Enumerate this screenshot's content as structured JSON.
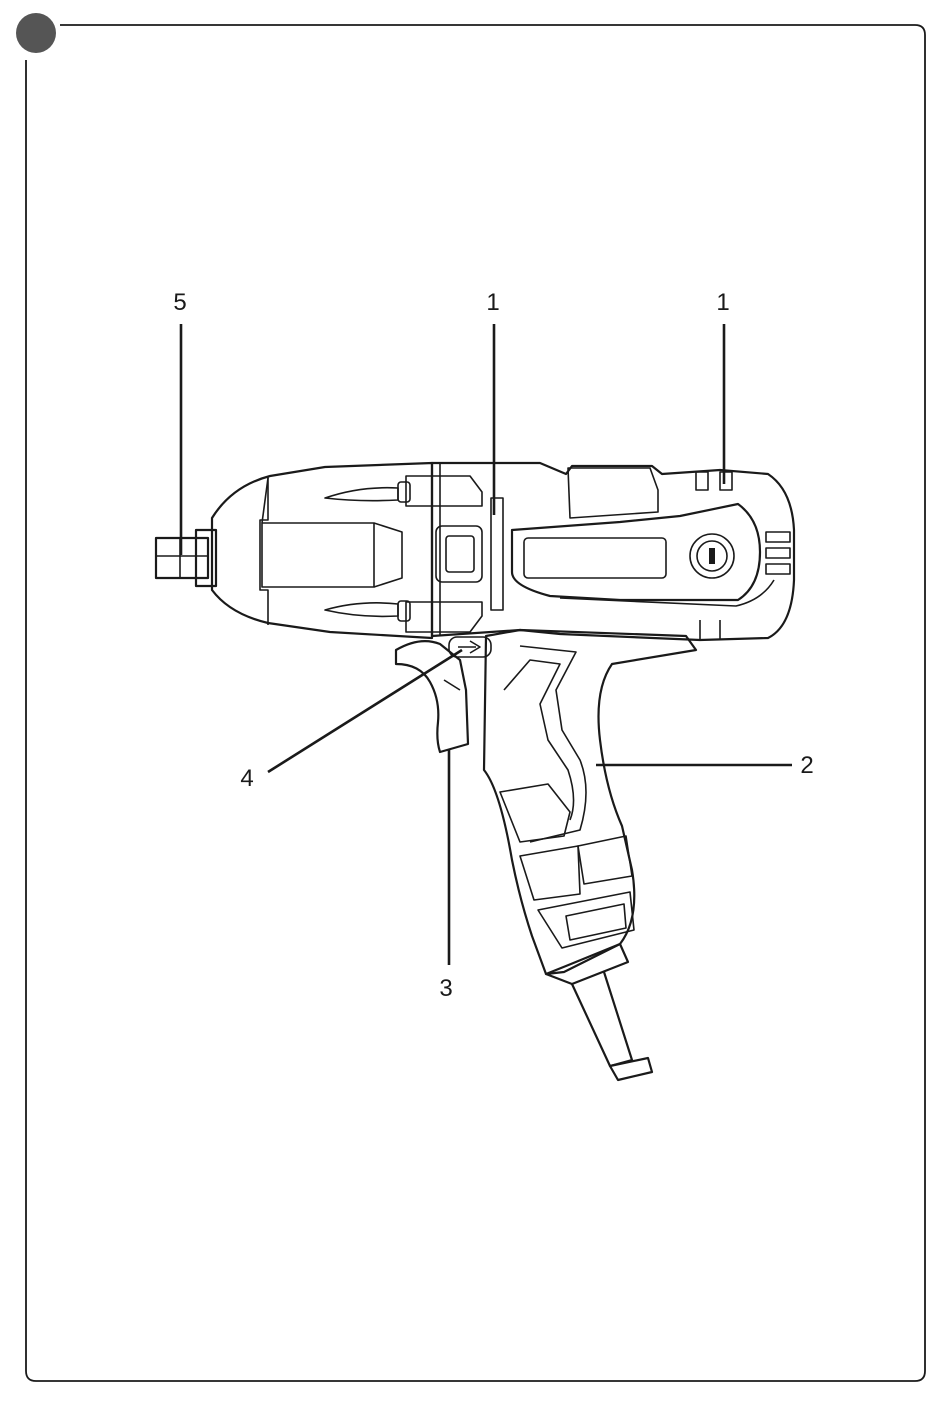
{
  "colors": {
    "ink": "#1a1a1a",
    "page_marker": "#555555",
    "background": "#ffffff"
  },
  "figure": {
    "subject": "impact-wrench-side-view",
    "callouts": [
      {
        "id": "square-drive",
        "label": "5"
      },
      {
        "id": "vent-front",
        "label": "1"
      },
      {
        "id": "vent-rear",
        "label": "1"
      },
      {
        "id": "handle",
        "label": "2"
      },
      {
        "id": "trigger",
        "label": "3"
      },
      {
        "id": "direction-switch",
        "label": "4"
      }
    ]
  }
}
